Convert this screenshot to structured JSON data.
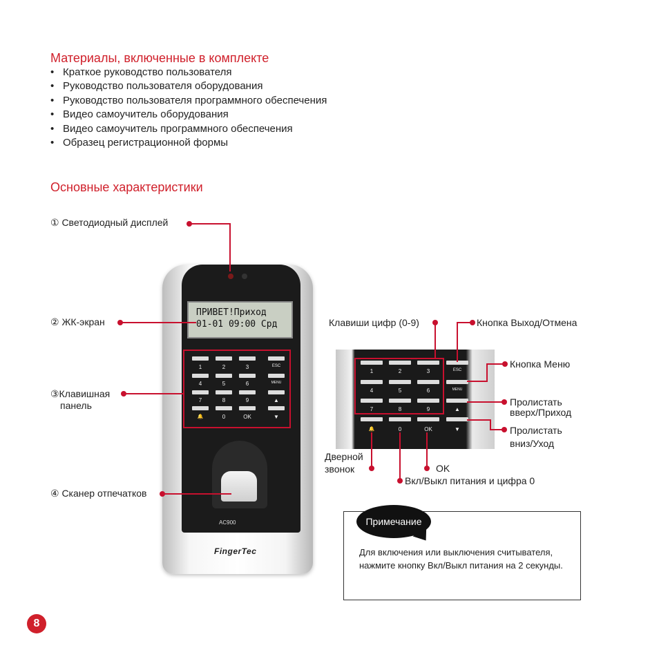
{
  "section1": {
    "title": "Материалы, включенные в комплекте",
    "items": [
      "Краткое руководство пользователя",
      "Руководство пользователя оборудования",
      "Руководство пользователя программного обеспечения",
      "Видео самоучитель оборудования",
      "Видео самоучитель программного обеспечения",
      "Образец регистрационной формы"
    ]
  },
  "section2": {
    "title": "Основные характеристики"
  },
  "callouts": {
    "led": "① Светодиодный дисплей",
    "lcd": "② ЖК-экран",
    "keypad_line1": "③Клавишная",
    "keypad_line2": "панель",
    "scanner": "④ Сканер отпечатков",
    "digits": "Клавиши цифр (0-9)",
    "esc": "Кнопка Выход/Отмена",
    "menu": "Кнопка Меню",
    "up_line1": "Пролистать",
    "up_line2": "вверх/Приход",
    "down_line1": "Пролистать",
    "down_line2": "вниз/Уход",
    "bell_line1": "Дверной",
    "bell_line2": "звонок",
    "ok": "OK",
    "power": "Вкл/Выкл питания и цифра 0"
  },
  "device": {
    "lcd_line1": "ПРИВЕТ!Приход",
    "lcd_line2": "01-01 09:00 Срд",
    "keys": [
      "1",
      "2",
      "3",
      "ESC",
      "4",
      "5",
      "6",
      "MENU",
      "7",
      "8",
      "9",
      "▲",
      "🔔",
      "0",
      "OK",
      "▼"
    ],
    "model": "AC900",
    "brand": "FingerTec"
  },
  "note": {
    "label": "Примечание",
    "text": "Для включения или выключения считывателя, нажмите кнопку Вкл/Выкл питания на 2 секунды."
  },
  "page_number": "8",
  "accent_color": "#d0202b"
}
